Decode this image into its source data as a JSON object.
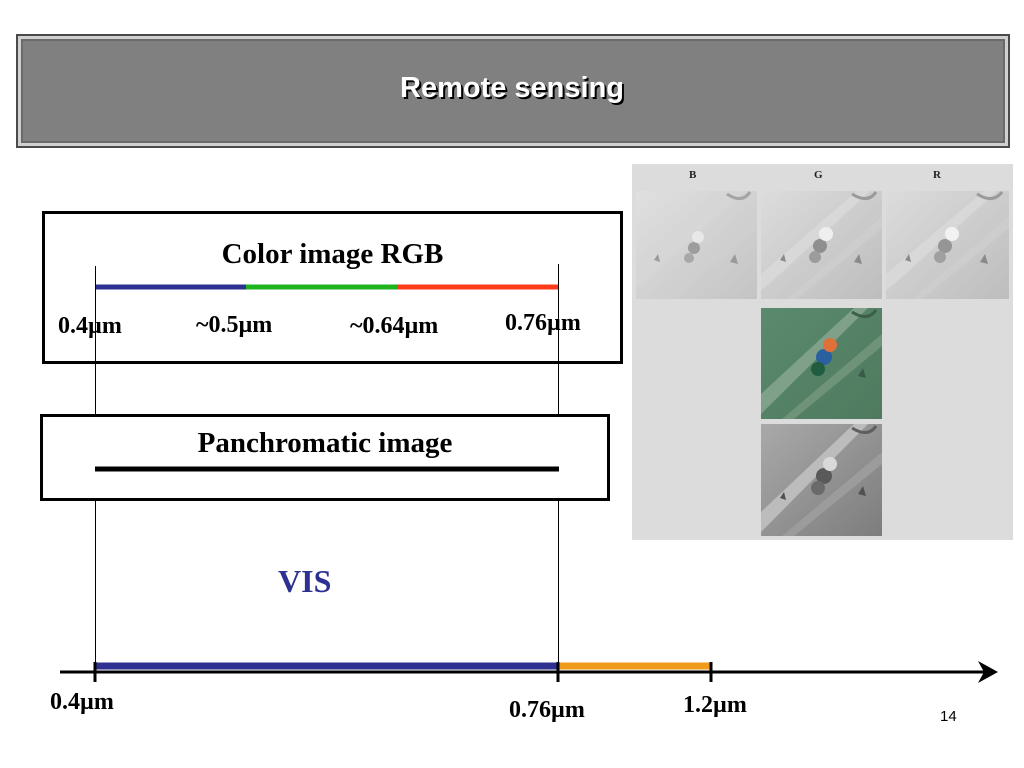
{
  "slide": {
    "title": "Remote sensing",
    "page_number": "14"
  },
  "colors": {
    "blue": "#2e3192",
    "green": "#1db31d",
    "red": "#ff3b1a",
    "orange": "#ef9a1a",
    "vis_label": "#2e3192"
  },
  "rgb_box": {
    "title": "Color image RGB",
    "labels": [
      "0.4µm",
      "~0.5µm",
      "~0.64µm",
      "0.76µm"
    ]
  },
  "pan_box": {
    "title": "Panchromatic image"
  },
  "spectrum": {
    "region_label": "VIS",
    "ticks": [
      "0.4µm",
      "0.76µm",
      "1.2µm"
    ]
  },
  "photo": {
    "band_labels": [
      "B",
      "G",
      "R"
    ],
    "panels": [
      "blue-band-image",
      "green-band-image",
      "red-band-image",
      "color-composite-image",
      "panchromatic-image"
    ]
  }
}
